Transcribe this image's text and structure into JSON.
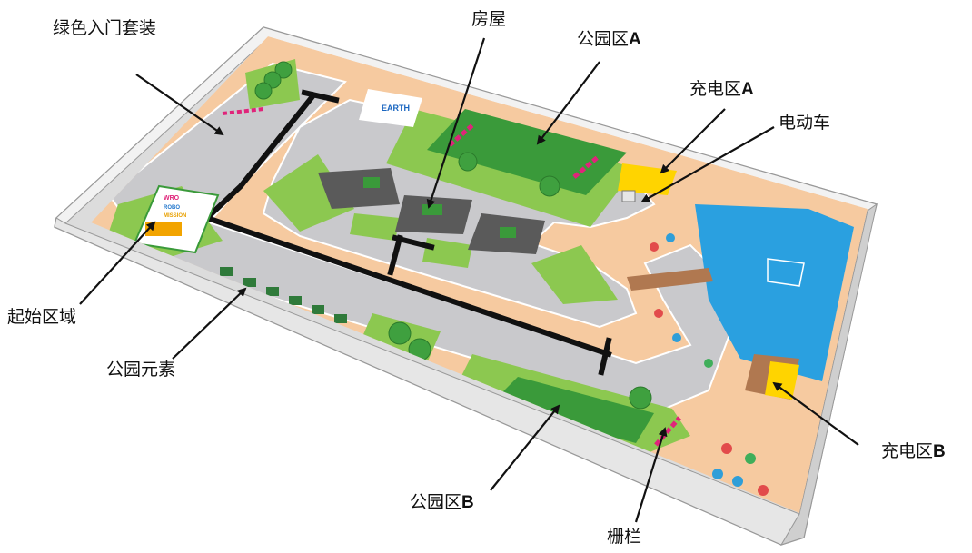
{
  "labels": {
    "green_starter_kit": "绿色入门套装",
    "house": "房屋",
    "park_a_prefix": "公园区",
    "park_a_letter": "A",
    "charge_a_prefix": "充电区",
    "charge_a_letter": "A",
    "electric_car": "电动车",
    "start_area": "起始区域",
    "park_elements": "公园元素",
    "park_b_prefix": "公园区",
    "park_b_letter": "B",
    "fence": "栅栏",
    "charge_b_prefix": "充电区",
    "charge_b_letter": "B"
  },
  "signs": {
    "earth": "EARTH",
    "wro_logo": "WRO",
    "robo": "ROBO",
    "mission": "MISSION"
  },
  "colors": {
    "road": "#c9c9cc",
    "grass": "#8cc850",
    "dark_grass": "#3a9a3a",
    "sand": "#f6caa0",
    "water": "#2aa0e0",
    "charge_yellow": "#ffd400",
    "fence_magenta": "#e0247a",
    "black_line": "#111111",
    "arrow": "#111111"
  }
}
